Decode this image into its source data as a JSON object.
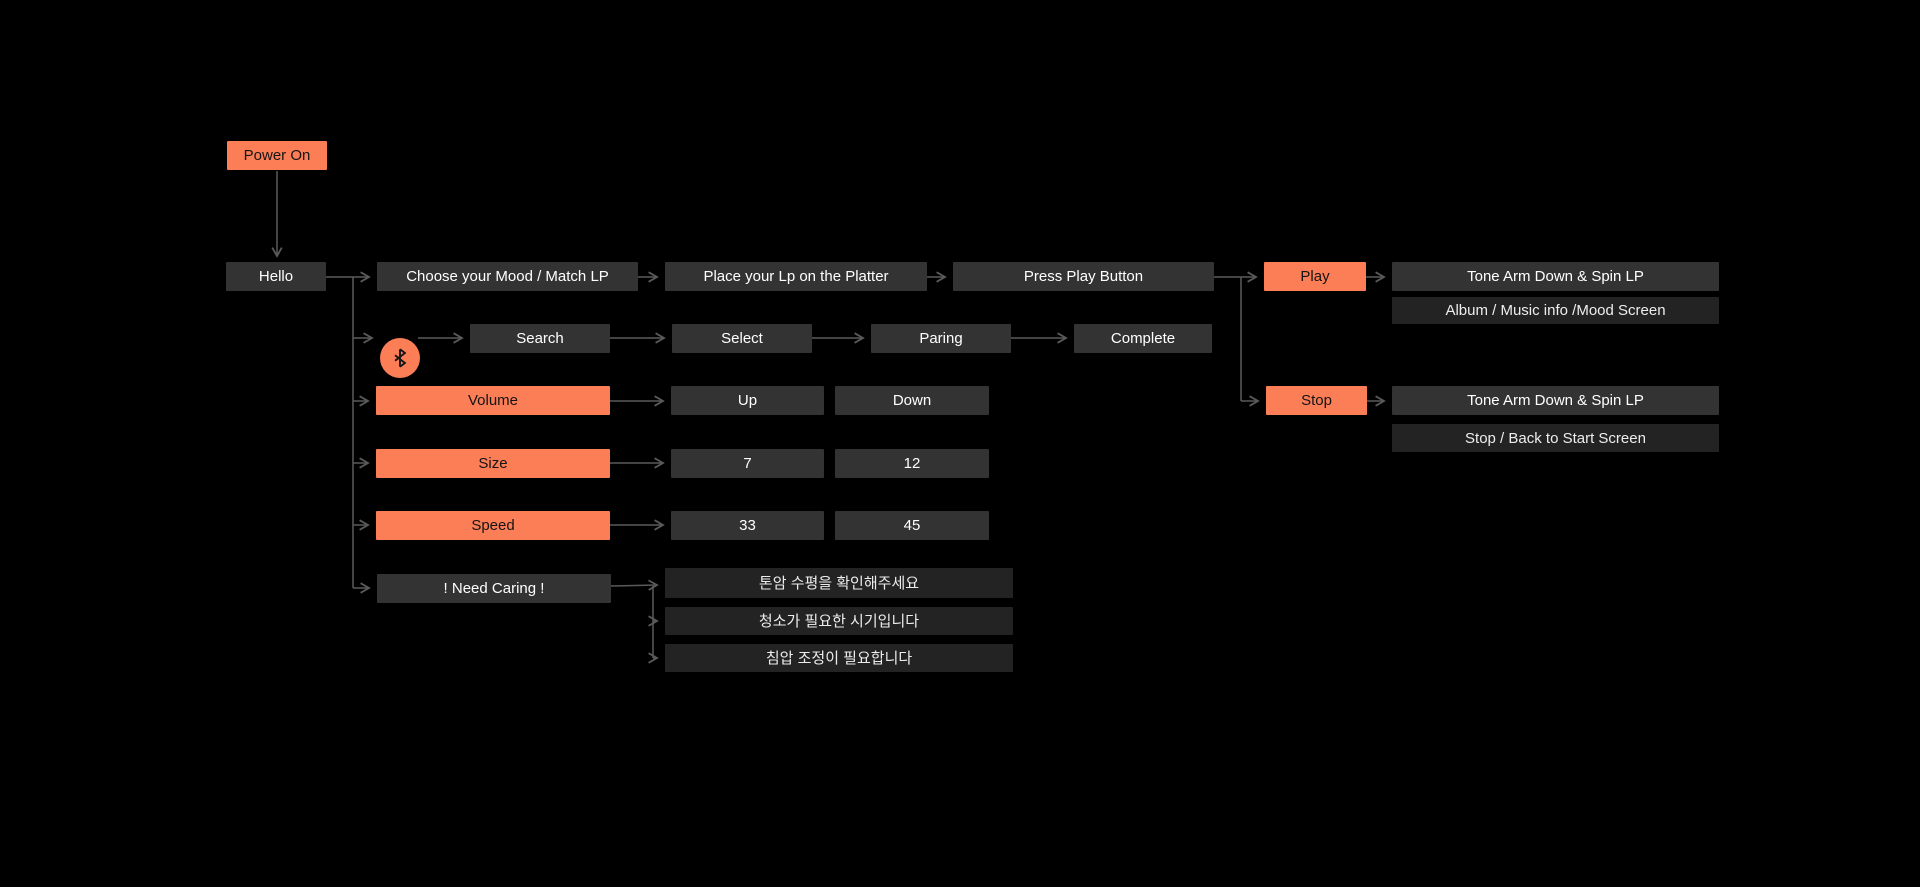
{
  "colors": {
    "background": "#000000",
    "accent_orange": "#FC7E57",
    "box_gray": "#333333",
    "box_darker": "#232323",
    "text_light": "#FFFFFF",
    "text_dark": "#141414",
    "connector": "#5A5A5A"
  },
  "nodes": {
    "power_on": "Power On",
    "hello": "Hello",
    "choose_mood": "Choose your Mood / Match LP",
    "place_lp": "Place your Lp on the Platter",
    "press_play": "Press Play Button",
    "play": "Play",
    "tone_arm_play": "Tone Arm Down & Spin LP",
    "album_screen": "Album / Music info /Mood Screen",
    "bluetooth_search": "Search",
    "bluetooth_select": "Select",
    "bluetooth_paring": "Paring",
    "bluetooth_complete": "Complete",
    "volume": "Volume",
    "volume_up": "Up",
    "volume_down": "Down",
    "stop": "Stop",
    "tone_arm_stop": "Tone Arm Down & Spin LP",
    "stop_screen": "Stop / Back to Start Screen",
    "size": "Size",
    "size_7": "7",
    "size_12": "12",
    "speed": "Speed",
    "speed_33": "33",
    "speed_45": "45",
    "need_caring": "! Need Caring !",
    "caring_tonearm_level": "톤암 수평을 확인해주세요",
    "caring_cleaning": "청소가 필요한 시기입니다",
    "caring_stylus_pressure": "침압 조정이 필요합니다"
  }
}
